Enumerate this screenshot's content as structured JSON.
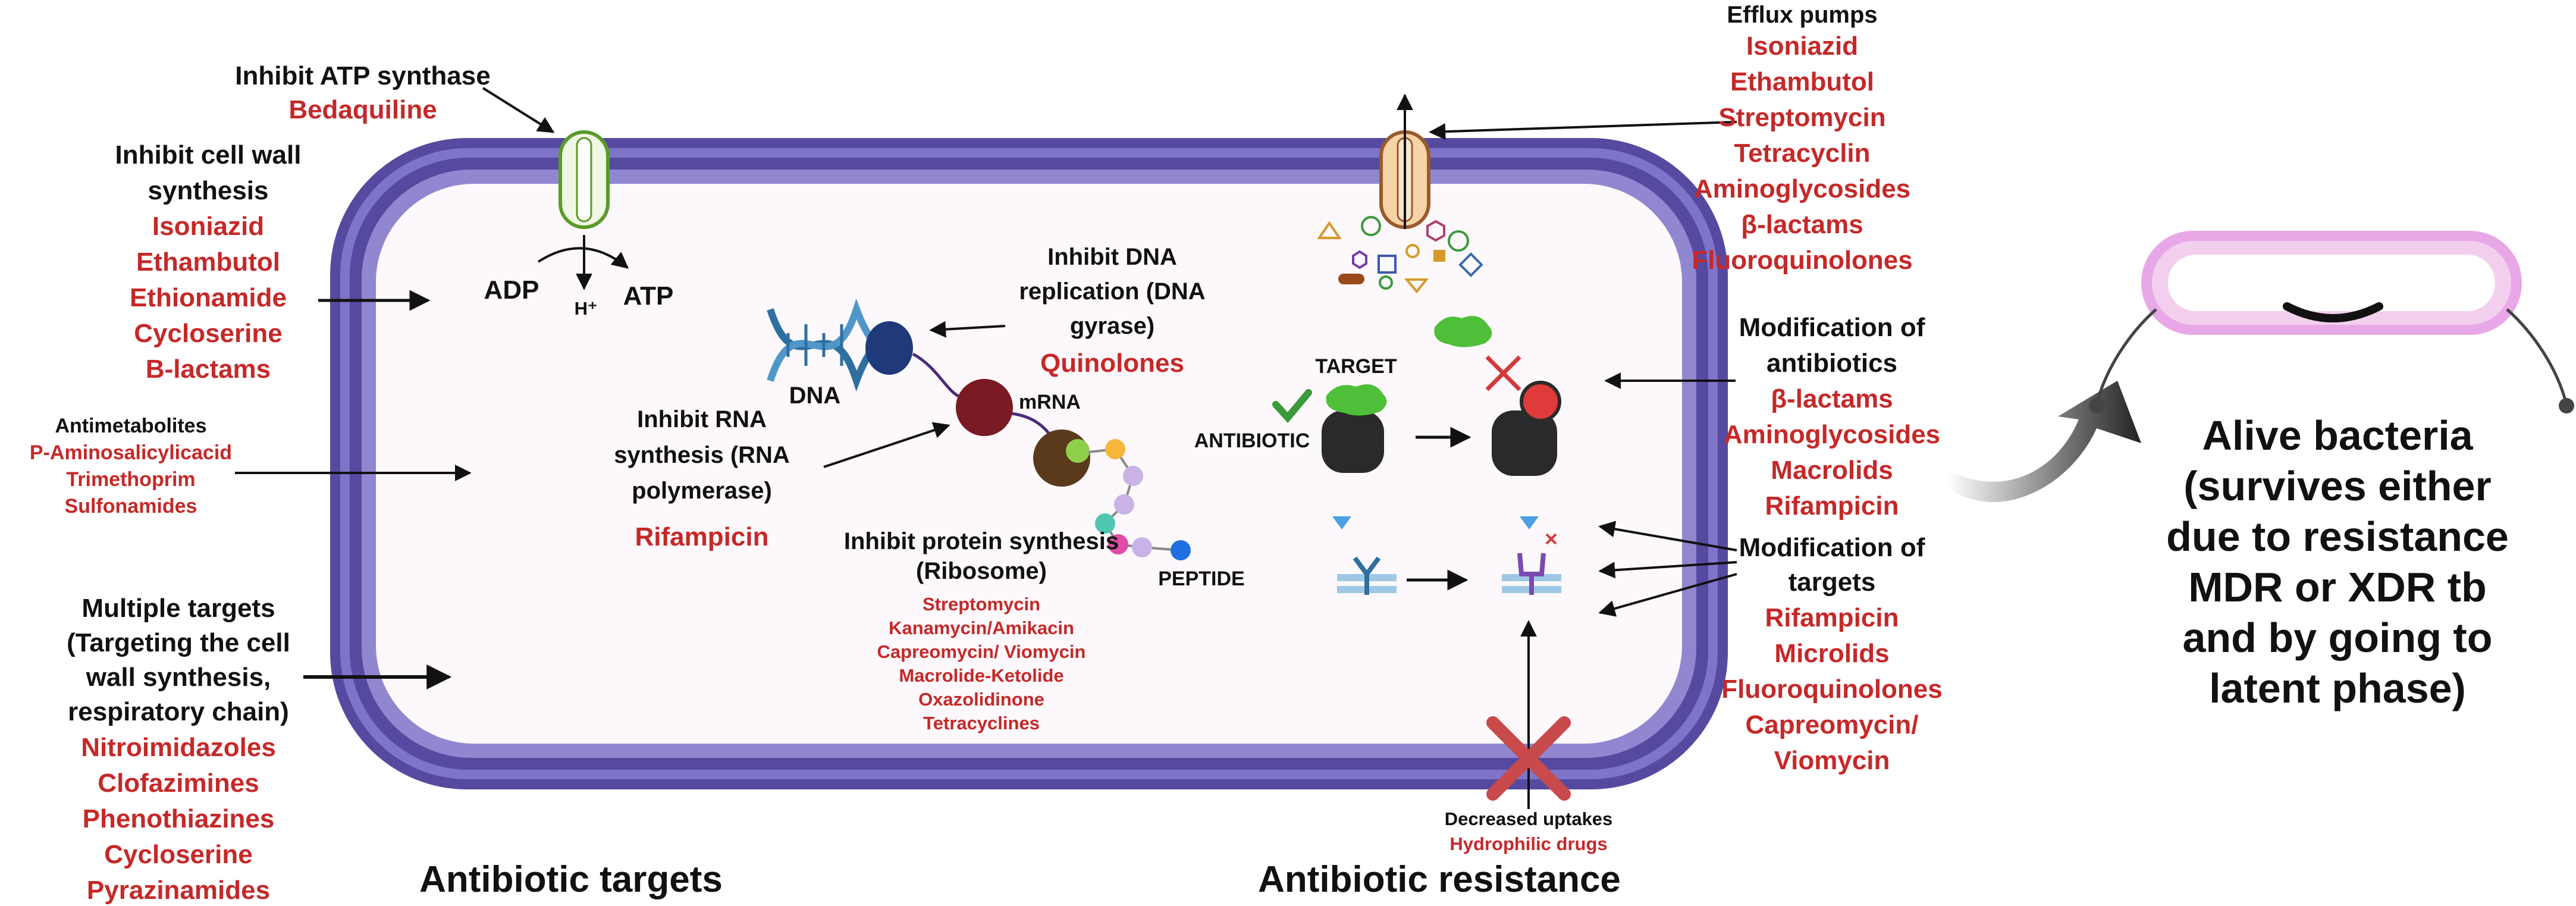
{
  "left": {
    "atp_synthase": {
      "title": "Inhibit ATP synthase",
      "drug": "Bedaquiline"
    },
    "cell_wall": {
      "title_lines": [
        "Inhibit cell wall",
        "synthesis"
      ],
      "drugs": [
        "Isoniazid",
        "Ethambutol",
        "Ethionamide",
        "Cycloserine",
        "B-lactams"
      ]
    },
    "antimetabolites": {
      "title": "Antimetabolites",
      "drugs": [
        "P-Aminosalicylicacid",
        "Trimethoprim",
        "Sulfonamides"
      ]
    },
    "multiple": {
      "title_lines": [
        "Multiple targets",
        "(Targeting the cell",
        "wall synthesis,",
        "respiratory chain)"
      ],
      "drugs": [
        "Nitroimidazoles",
        "Clofazimines",
        "Phenothiazines",
        "Cycloserine",
        "Pyrazinamides"
      ]
    }
  },
  "cell": {
    "adp": "ADP",
    "h_plus": "H⁺",
    "atp": "ATP",
    "dna": "DNA",
    "mrna": "mRNA",
    "peptide": "PEPTIDE",
    "target": "TARGET",
    "antibiotic": "ANTIBIOTIC",
    "dna_replication": {
      "title_lines": [
        "Inhibit DNA",
        "replication (DNA",
        "gyrase)"
      ],
      "drug": "Quinolones"
    },
    "rna_synthesis": {
      "title_lines": [
        "Inhibit RNA",
        "synthesis (RNA",
        "polymerase)"
      ],
      "drug": "Rifampicin"
    },
    "protein_synthesis": {
      "title_lines": [
        "Inhibit protein synthesis",
        "(Ribosome)"
      ],
      "drugs": [
        "Streptomycin",
        "Kanamycin/Amikacin",
        "Capreomycin/ Viomycin",
        "Macrolide-Ketolide",
        "Oxazolidinone",
        "Tetracyclines"
      ]
    },
    "uptake": {
      "title": "Decreased uptakes",
      "drug": "Hydrophilic drugs"
    }
  },
  "right": {
    "efflux": {
      "title": "Efflux pumps",
      "drugs": [
        "Isoniazid",
        "Ethambutol",
        "Streptomycin",
        "Tetracyclin",
        "Aminoglycosides",
        "β-lactams",
        "Fluoroquinolones"
      ]
    },
    "mod_antibiotics": {
      "title_lines": [
        "Modification of",
        "antibiotics"
      ],
      "drugs": [
        "β-lactams",
        "Aminoglycosides",
        "Macrolids",
        "Rifampicin"
      ]
    },
    "mod_targets": {
      "title_lines": [
        "Modification of",
        "targets"
      ],
      "drugs": [
        "Rifampicin",
        "Microlids",
        "Fluoroquinolones",
        "Capreomycin/",
        "Viomycin"
      ]
    }
  },
  "alive": {
    "lines": [
      "Alive bacteria",
      "(survives either",
      "due to resistance",
      "MDR or XDR tb",
      "and by going to",
      "latent phase)"
    ]
  },
  "headings": {
    "targets": "Antibiotic targets",
    "resistance": "Antibiotic resistance"
  },
  "colors": {
    "membrane": "#6a5fb5",
    "drug_text": "#c62828",
    "alive_bacterium": "#e8a8e8"
  }
}
